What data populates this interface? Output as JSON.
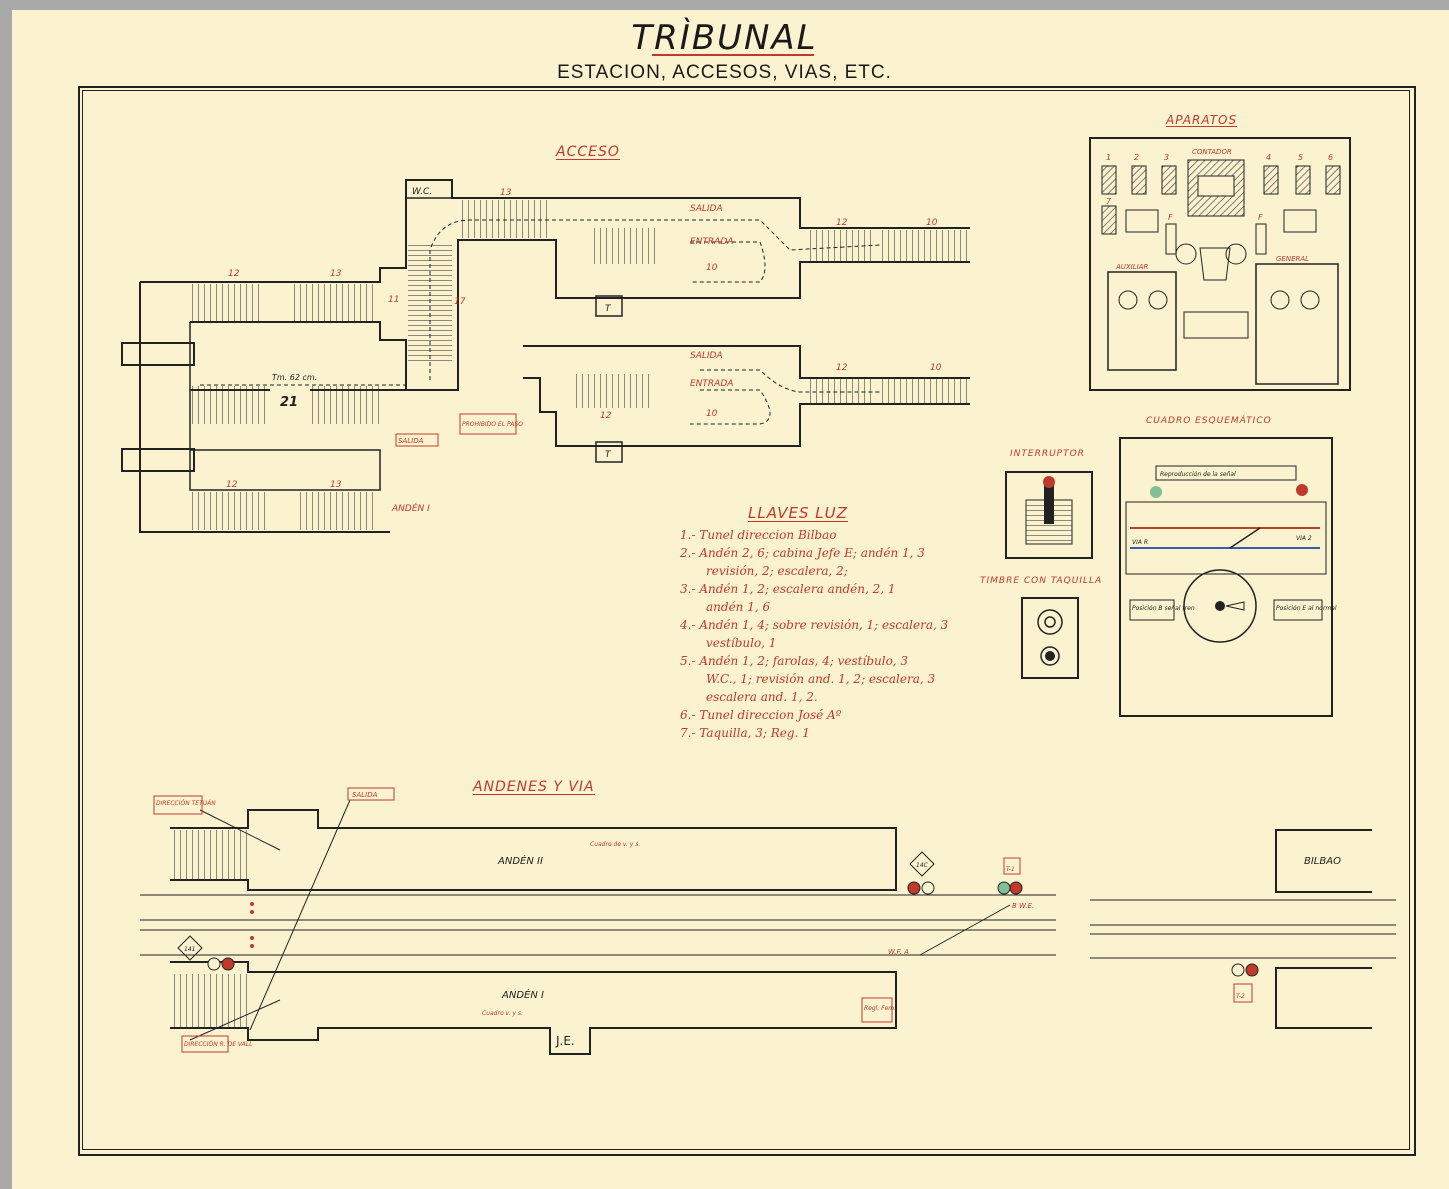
{
  "title": "TRÌBUNAL",
  "subtitle": "ESTACION, ACCESOS, VIAS, ETC.",
  "sections": {
    "acceso": "ACCESO",
    "aparatos": "APARATOS",
    "llaves": "LLAVES LUZ",
    "andenes": "ANDENES Y VIA",
    "cuadro": "CUADRO ESQUEMÁTICO",
    "interruptor": "INTERRUPTOR",
    "timbre": "TIMBRE CON TAQUILLA"
  },
  "acceso_labels": {
    "wc": "W.C.",
    "salida": "SALIDA",
    "entrada": "ENTRADA",
    "salida_box": "SALIDA",
    "prohibido": "PROHIBIDO EL PASO",
    "anden": "ANDÉN I",
    "t": "T",
    "nums": [
      "12",
      "13",
      "12",
      "13",
      "13",
      "12",
      "10",
      "12",
      "10",
      "17",
      "21",
      "11",
      "10",
      "10",
      "12"
    ],
    "measure": "Tm. 62 cm."
  },
  "aparatos_labels": {
    "contador": "CONTADOR",
    "auxiliar": "AUXILIAR",
    "general": "GENERAL",
    "nums": [
      "1",
      "2",
      "3",
      "4",
      "5",
      "6",
      "7"
    ],
    "f": "F"
  },
  "llaves_items": [
    "1.- Tunel direccion Bilbao",
    "2.- Andén 2, 6; cabina Jefe E; andén 1, 3",
    "revisión, 2; escalera, 2;",
    "3.- Andén 1, 2; escalera andén, 2, 1",
    "andén 1, 6",
    "4.- Andén 1, 4; sobre revisión, 1; escalera, 3",
    "vestíbulo, 1",
    "5.- Andén 1, 2; farolas, 4; vestíbulo, 3",
    "W.C., 1; revisión and. 1, 2; escalera, 3",
    "escalera and. 1, 2.",
    "6.- Tunel direccion José Aº",
    "7.- Taquilla, 3; Reg. 1"
  ],
  "cuadro_labels": {
    "signal_box": "Reproducción de la señal",
    "via_r": "VIA R",
    "via_l": "VIA 2",
    "left_box": "Posición B señal tren",
    "right_box": "Posición E al normal"
  },
  "andenes_labels": {
    "anden2": "ANDÉN II",
    "anden1": "ANDÉN I",
    "salida": "SALIDA",
    "dir_top": "DIRECCIÓN TETUÁN",
    "dir_bottom": "DIRECCIÓN R. DE VALL",
    "bilbao": "BILBAO",
    "je": "J.E.",
    "signal_a": "14C",
    "signal_b": "141",
    "wf": "W.F. A",
    "bwe": "B W.E.",
    "t1": "T-1",
    "t2": "T-2",
    "reg": "Regl. Fem.",
    "cuadro_top": "Cuadro de v. y s.",
    "cuadro_bot": "Cuadro v. y s."
  },
  "colors": {
    "paper": "#fbf3cf",
    "ink": "#222222",
    "red": "#c0392b",
    "green": "#7fbf9a",
    "blue": "#3a5ca8"
  }
}
